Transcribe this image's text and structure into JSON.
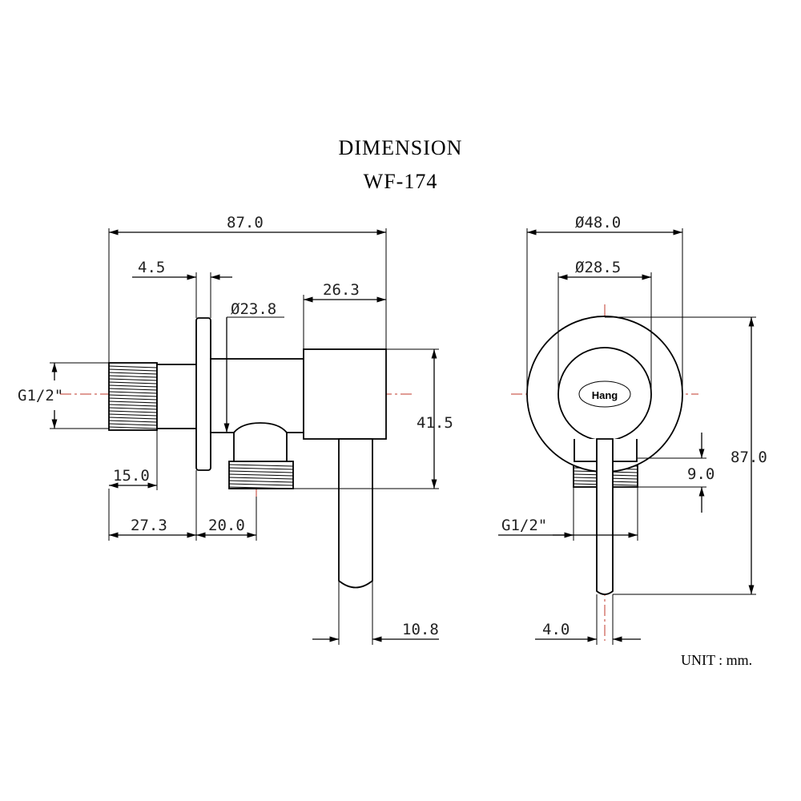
{
  "title": "DIMENSION",
  "model": "WF-174",
  "unit_note": "UNIT : mm.",
  "brand_logo": "Hang",
  "colors": {
    "line": "#000000",
    "centerline": "#c0392b",
    "text": "#222222"
  },
  "side_view": {
    "overall_length": "87.0",
    "flange_thickness": "4.5",
    "body_diameter": "Ø23.8",
    "handle_body_length": "26.3",
    "inlet_thread": "G1/2\"",
    "thread_length": "15.0",
    "inlet_to_flange": "27.3",
    "flange_to_outlet": "20.0",
    "outlet_depth": "41.5",
    "handle_diameter": "10.8"
  },
  "front_view": {
    "flange_diameter": "Ø48.0",
    "knob_diameter": "Ø28.5",
    "overall_height": "87.0",
    "outlet_thread_height": "9.0",
    "outlet_thread": "G1/2\"",
    "handle_offset": "4.0"
  }
}
